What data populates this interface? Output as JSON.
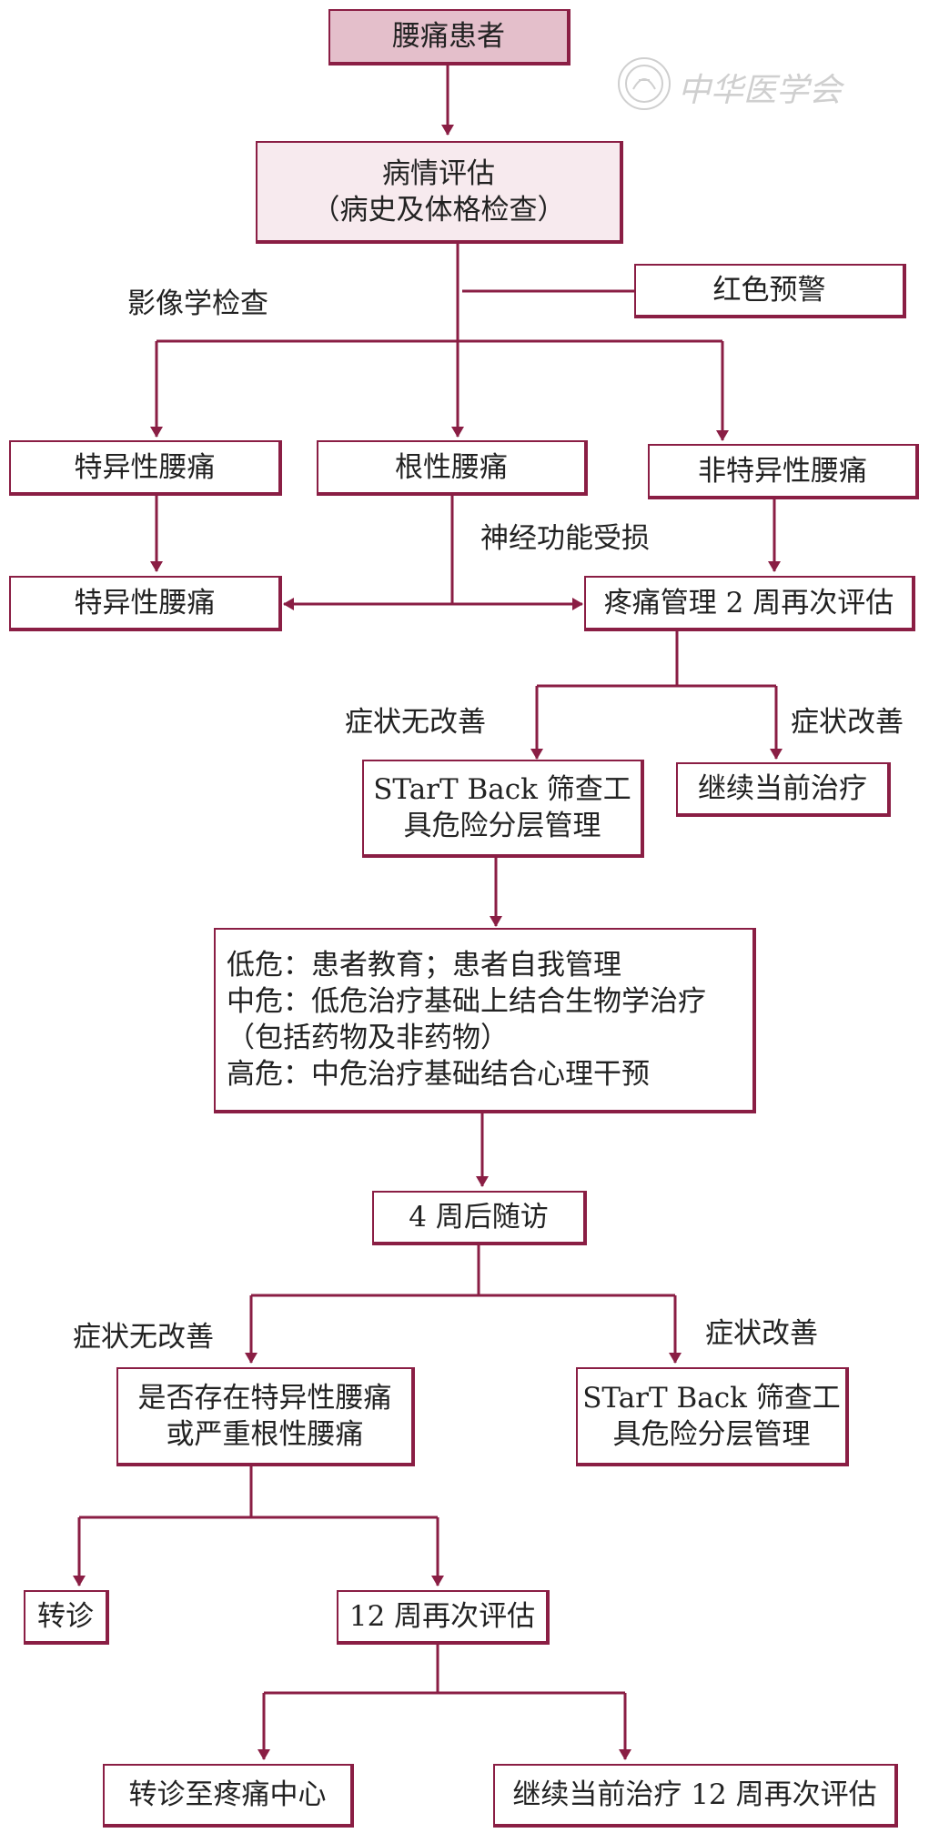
{
  "colors": {
    "stroke": "#8a1e44",
    "start_fill": "#e4bfcb",
    "assess_fill": "#f7eaee",
    "text": "#222222"
  },
  "watermark": {
    "seal_icon": "society-seal-icon",
    "text": "中华医学会"
  },
  "nodes": {
    "start": "腰痛患者",
    "assess": [
      "病情评估",
      "（病史及体格检查）"
    ],
    "red_flag": "红色预警",
    "specific_lbp": "特异性腰痛",
    "radicular_lbp": "根性腰痛",
    "nonspecific_lbp": "非特异性腰痛",
    "specific_lbp_2": "特异性腰痛",
    "pain_mgmt": "疼痛管理 2 周再次评估",
    "start_back_1": [
      "STarT Back 筛查工",
      "具危险分层管理"
    ],
    "continue_1": "继续当前治疗",
    "risk_levels": [
      "低危：患者教育；患者自我管理",
      "中危：低危治疗基础上结合生物学治疗",
      "（包括药物及非药物）",
      "高危：中危治疗基础结合心理干预"
    ],
    "followup_4w": "4 周后随访",
    "check_specific": [
      "是否存在特异性腰痛",
      "或严重根性腰痛"
    ],
    "start_back_2": [
      "STarT Back 筛查工",
      "具危险分层管理"
    ],
    "referral": "转诊",
    "reassess_12w": "12 周再次评估",
    "pain_center": "转诊至疼痛中心",
    "continue_12w": "继续当前治疗 12 周再次评估"
  },
  "edge_labels": {
    "imaging": "影像学检查",
    "neuro_damage": "神经功能受损",
    "no_improve_1": "症状无改善",
    "improve_1": "症状改善",
    "no_improve_2": "症状无改善",
    "improve_2": "症状改善"
  }
}
